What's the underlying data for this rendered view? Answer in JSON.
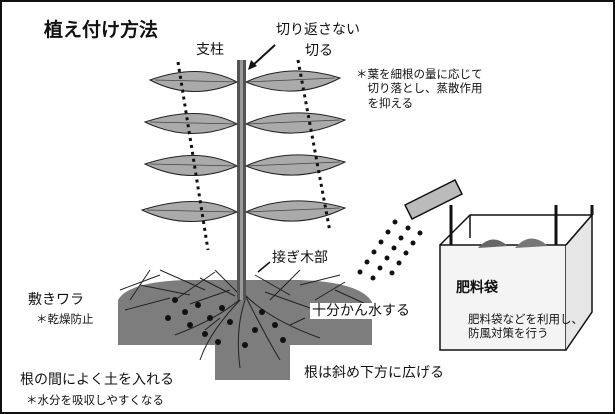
{
  "title": "植え付け方法",
  "labels": {
    "post": "支柱",
    "dont_cut_back": "切り返さない",
    "cut": "切る",
    "leaf_note": "＊葉を細根の量に応じて\n　切り落とし、蒸散作用\n　を抑える",
    "graft": "接ぎ木部",
    "straw": "敷きワラ",
    "straw_note": "＊乾燥防止",
    "watering": "十分かん水する",
    "bag": "肥料袋",
    "bag_note": "肥料袋などを利用し、\n防風対策を行う",
    "soil": "根の間によく土を入れる",
    "soil_note": "＊水分を吸収しやすくなる",
    "roots": "根は斜め下方に広げる"
  },
  "colors": {
    "border": "#111111",
    "leaf": "#aaaaaa",
    "mound": "#7d7d7d",
    "trunk": "#555555",
    "bag": "#f2f2f2"
  }
}
